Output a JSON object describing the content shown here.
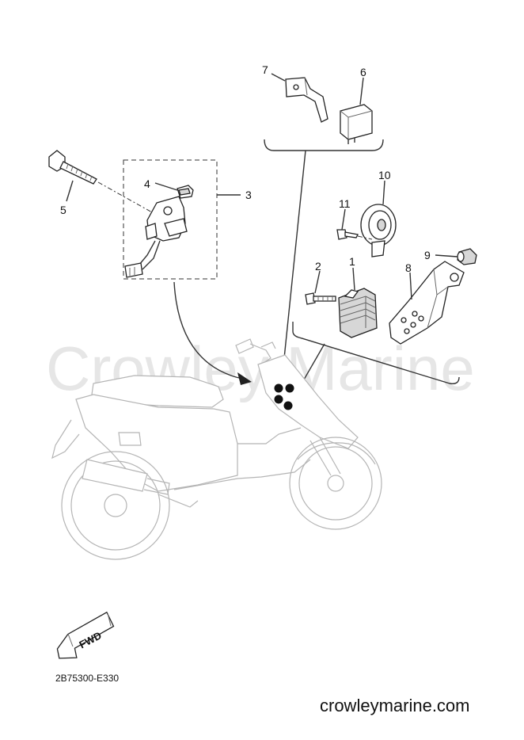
{
  "watermark": "Crowley Marine",
  "diagram_code": "2B75300-E330",
  "site_name": "crowleymarine.com",
  "fwd_label": "FWD",
  "callouts": {
    "c1": "1",
    "c2": "2",
    "c3": "3",
    "c4": "4",
    "c5": "5",
    "c6": "6",
    "c7": "7",
    "c8": "8",
    "c9": "9",
    "c10": "10",
    "c11": "11"
  }
}
